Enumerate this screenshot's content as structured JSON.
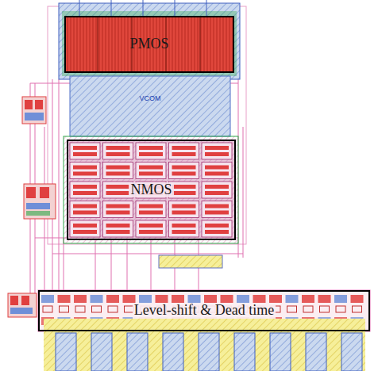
{
  "diagram": {
    "nodes": [
      {
        "text": [
          "PMOS"
        ]
      },
      {
        "text": [
          "VCOM"
        ]
      },
      {
        "text": [
          "NMOS"
        ]
      },
      {
        "text": [
          "Level-shift & Dead time"
        ]
      }
    ]
  }
}
